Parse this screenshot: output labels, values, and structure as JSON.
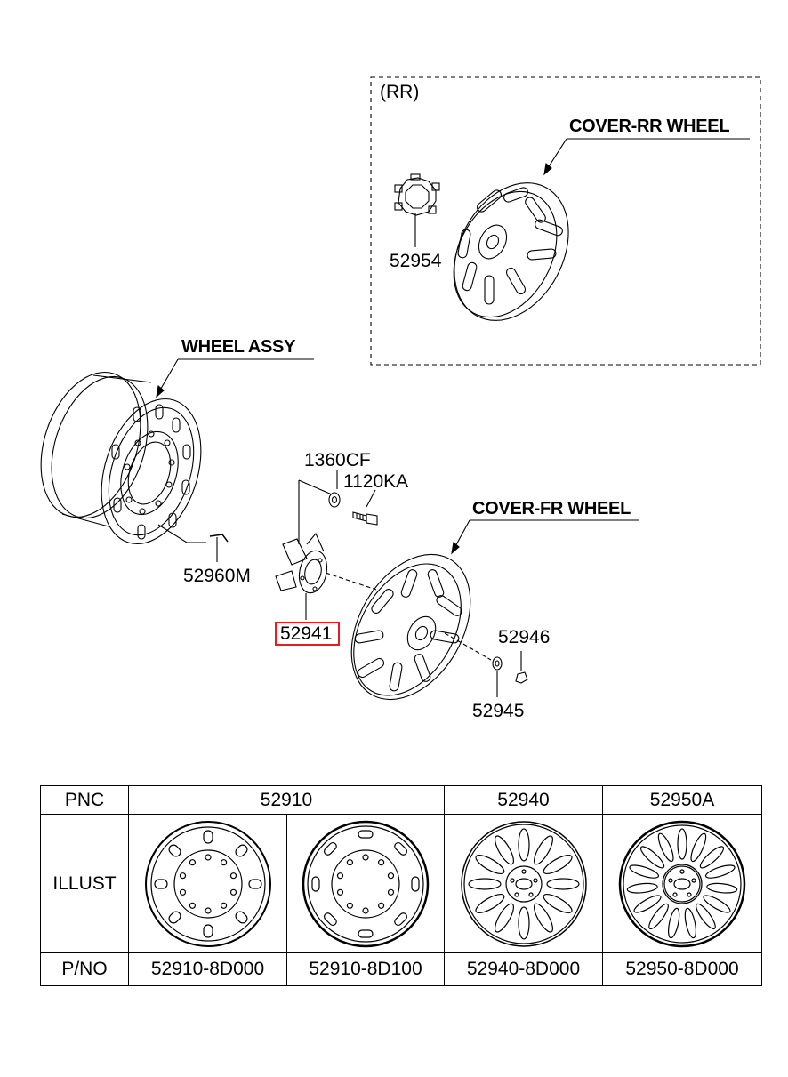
{
  "rr_section": {
    "label": "(RR)",
    "cover_title": "COVER-RR WHEEL",
    "part_hub": "52954"
  },
  "wheel_assy": {
    "title": "WHEEL ASSY",
    "part_valve": "52960M"
  },
  "front": {
    "part_nut": "1360CF",
    "part_bolt": "1120KA",
    "cover_title": "COVER-FR WHEEL",
    "part_bracket": "52941",
    "part_cap": "52946",
    "part_washer": "52945"
  },
  "table": {
    "row_labels": {
      "pnc": "PNC",
      "illust": "ILLUST",
      "pno": "P/NO"
    },
    "pnc_values": [
      "52910",
      "52940",
      "52950A"
    ],
    "part_numbers": [
      "52910-8D000",
      "52910-8D100",
      "52940-8D000",
      "52950-8D000"
    ]
  }
}
